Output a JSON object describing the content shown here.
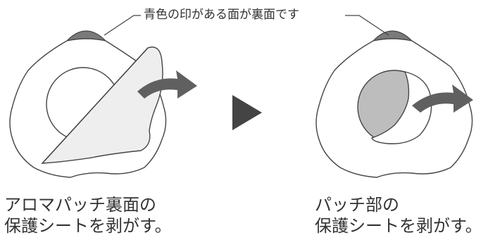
{
  "header": {
    "note": "青色の印がある面が裏面です"
  },
  "steps": [
    {
      "caption": "アロマパッチ裏面の\n保護シートを剥がす。"
    },
    {
      "caption": "パッチ部の\n保護シートを剥がす。"
    }
  ],
  "colors": {
    "outline": "#444444",
    "marker": "#7a7a7a",
    "sheet": "#eeeeee",
    "patch": "#bdbdbd",
    "arrow": "#606060",
    "next": "#444444"
  }
}
